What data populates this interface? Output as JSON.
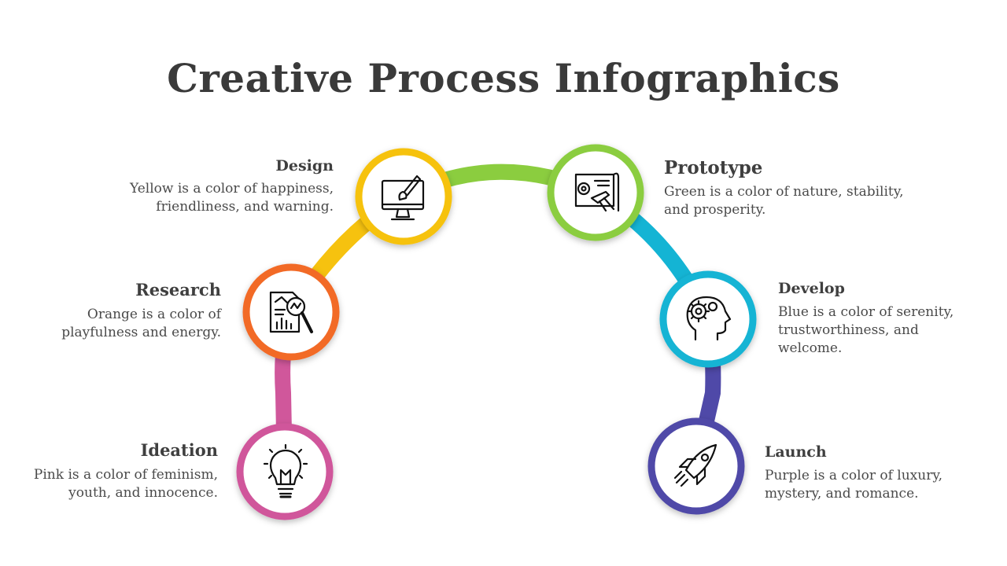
{
  "title": "Creative Process Infographics",
  "steps": [
    {
      "name": "Ideation",
      "text": "Pink is a color of feminism, youth, and innocence.",
      "color": "#d0579b",
      "icon": "lightbulb-icon"
    },
    {
      "name": "Research",
      "text": "Orange is a color of playfulness and energy.",
      "color": "#f26a28",
      "icon": "research-document-icon"
    },
    {
      "name": "Design",
      "text": "Yellow is a color of happiness, friendliness, and warning.",
      "color": "#f6c20f",
      "icon": "monitor-paintbrush-icon"
    },
    {
      "name": "Prototype",
      "text": "Green is a color of nature, stability, and prosperity.",
      "color": "#8bcd3f",
      "icon": "blueprint-icon"
    },
    {
      "name": "Develop",
      "text": "Blue is a color of serenity, trustworthiness, and welcome.",
      "color": "#14b4d4",
      "icon": "head-gear-icon"
    },
    {
      "name": "Launch",
      "text": "Purple is a color of luxury, mystery, and romance.",
      "color": "#4f49a8",
      "icon": "rocket-icon"
    }
  ]
}
